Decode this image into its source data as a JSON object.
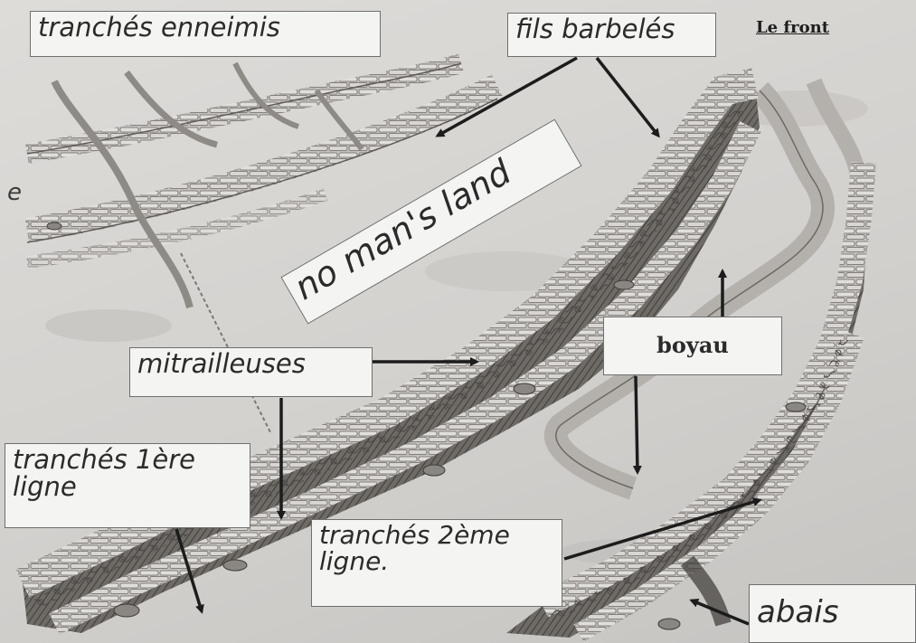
{
  "title": "Le front",
  "labels": {
    "enemy_trenches": "tranchés enneimis",
    "barbed_wire": "fils barbelés",
    "no_mans_land": "no man's land",
    "machine_guns": "mitrailleuses",
    "communication_trench": "boyau",
    "first_line": "tranchés 1ère\nligne",
    "second_line": "tranchés 2ème\nligne.",
    "shelters": "abais"
  },
  "margin_letter": "e",
  "colors": {
    "paper": "#d6d4d1",
    "ink": "#2b2b2b",
    "label_bg": "#f4f4f2",
    "trench_light": "#bdbab6",
    "trench_dark": "#5d5a57"
  }
}
